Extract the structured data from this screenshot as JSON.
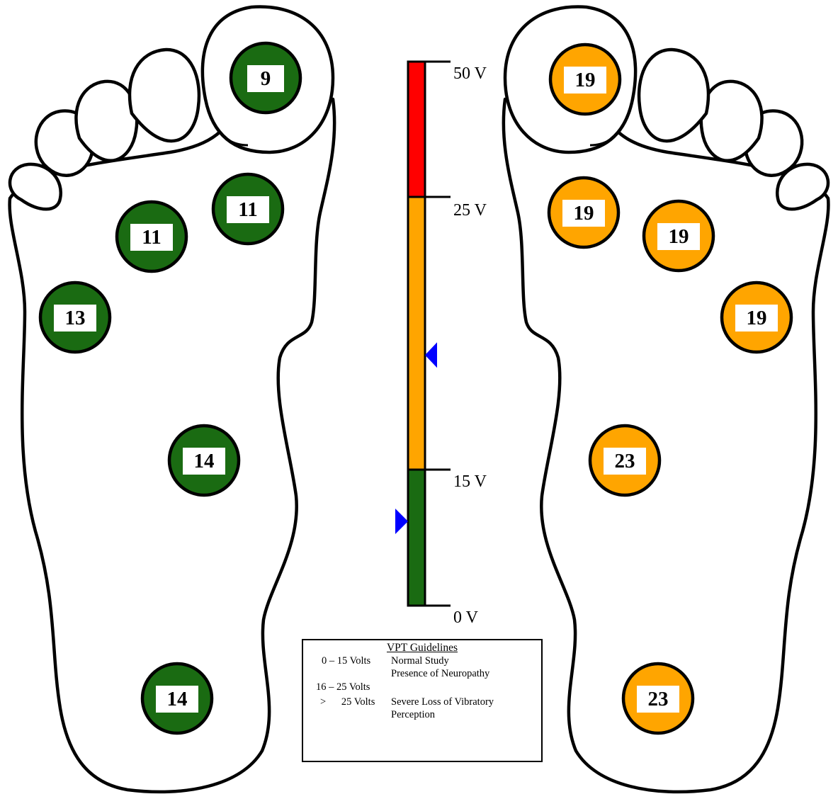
{
  "scale": {
    "ticks": [
      "50 V",
      "25 V",
      "15 V",
      "0 V"
    ],
    "segments": [
      {
        "name": "normal",
        "from": 0,
        "to": 15,
        "color": "#1a6b12"
      },
      {
        "name": "neuropathy",
        "from": 15,
        "to": 25,
        "color": "#ffa500"
      },
      {
        "name": "severe",
        "from": 25,
        "to": 50,
        "color": "#ff0000"
      }
    ],
    "max": 50,
    "markers": [
      {
        "side": "left-foot",
        "value": 9.3,
        "color": "#0000ff"
      },
      {
        "side": "right-foot",
        "value": 19.2,
        "color": "#0000ff"
      }
    ]
  },
  "feet": {
    "left": {
      "color": "#1a6b12",
      "points": [
        {
          "site": "big-toe",
          "value": "9"
        },
        {
          "site": "metatarsal-1",
          "value": "11"
        },
        {
          "site": "metatarsal-3",
          "value": "11"
        },
        {
          "site": "metatarsal-5",
          "value": "13"
        },
        {
          "site": "midfoot",
          "value": "14"
        },
        {
          "site": "heel",
          "value": "14"
        }
      ]
    },
    "right": {
      "color": "#ffa500",
      "points": [
        {
          "site": "big-toe",
          "value": "19"
        },
        {
          "site": "metatarsal-1",
          "value": "19"
        },
        {
          "site": "metatarsal-3",
          "value": "19"
        },
        {
          "site": "metatarsal-5",
          "value": "19"
        },
        {
          "site": "midfoot",
          "value": "23"
        },
        {
          "site": "heel",
          "value": "23"
        }
      ]
    }
  },
  "guidelines": {
    "title": "VPT Guidelines",
    "rows": [
      {
        "range": "0 – 15 Volts",
        "meaning": "Normal Study"
      },
      {
        "range": "",
        "meaning": "Presence of Neuropathy"
      },
      {
        "range": "16 – 25 Volts",
        "meaning": ""
      },
      {
        "range": ">      25 Volts",
        "meaning": "Severe Loss of Vibratory"
      },
      {
        "range": "",
        "meaning": "Perception"
      }
    ]
  }
}
